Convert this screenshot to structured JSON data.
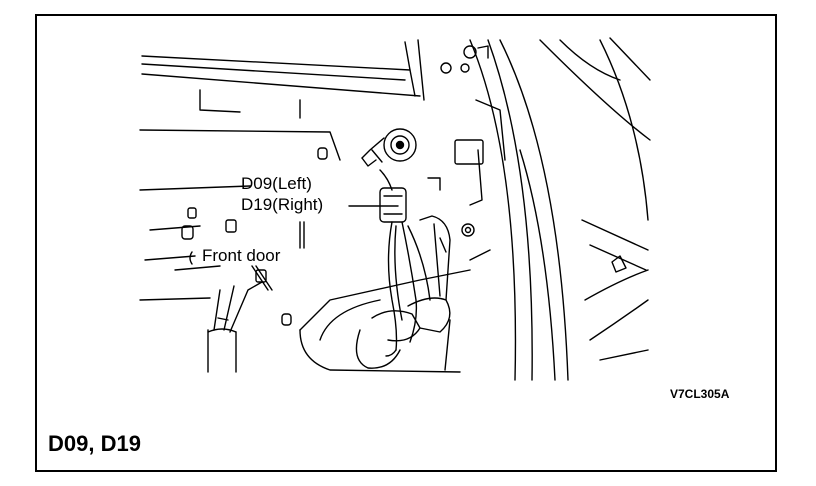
{
  "labels": {
    "connector_left": "D09(Left)",
    "connector_right": "D19(Right)",
    "front_door": "Front door",
    "figure_code": "V7CL305A",
    "caption": "D09, D19"
  }
}
